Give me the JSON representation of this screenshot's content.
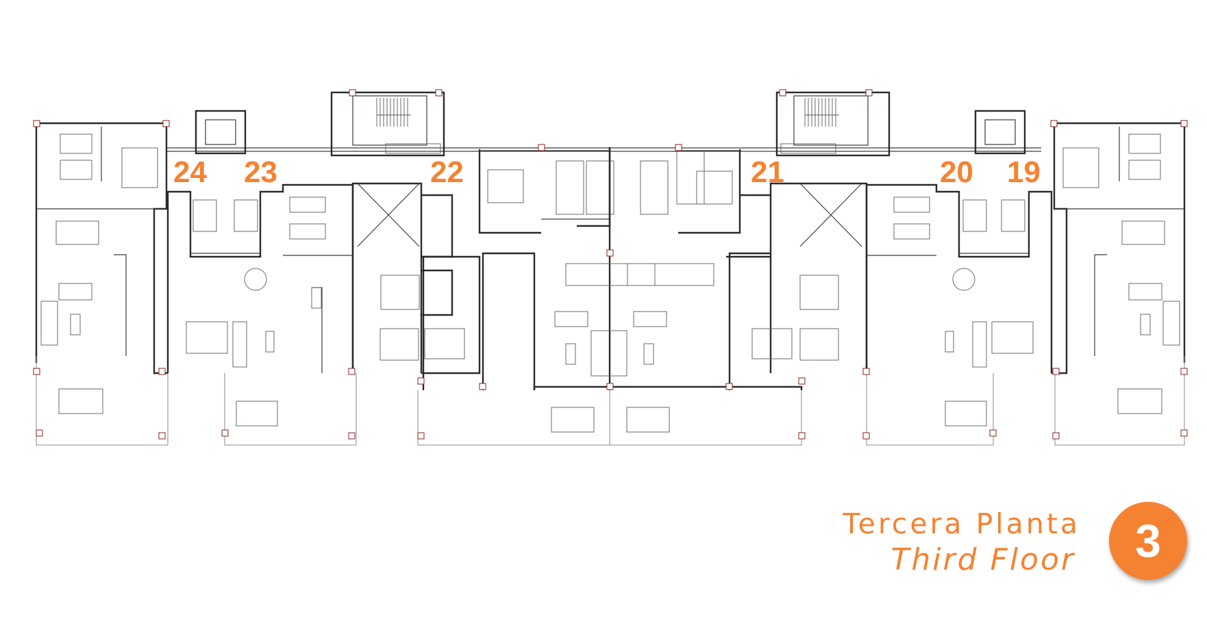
{
  "accent_color": "#f58231",
  "units": [
    {
      "id": "24",
      "label": "24"
    },
    {
      "id": "23",
      "label": "23"
    },
    {
      "id": "22",
      "label": "22"
    },
    {
      "id": "21",
      "label": "21"
    },
    {
      "id": "20",
      "label": "20"
    },
    {
      "id": "19",
      "label": "19"
    }
  ],
  "legend": {
    "title_es": "Tercera Planta",
    "title_en": "Third Floor",
    "floor_number": "3"
  }
}
